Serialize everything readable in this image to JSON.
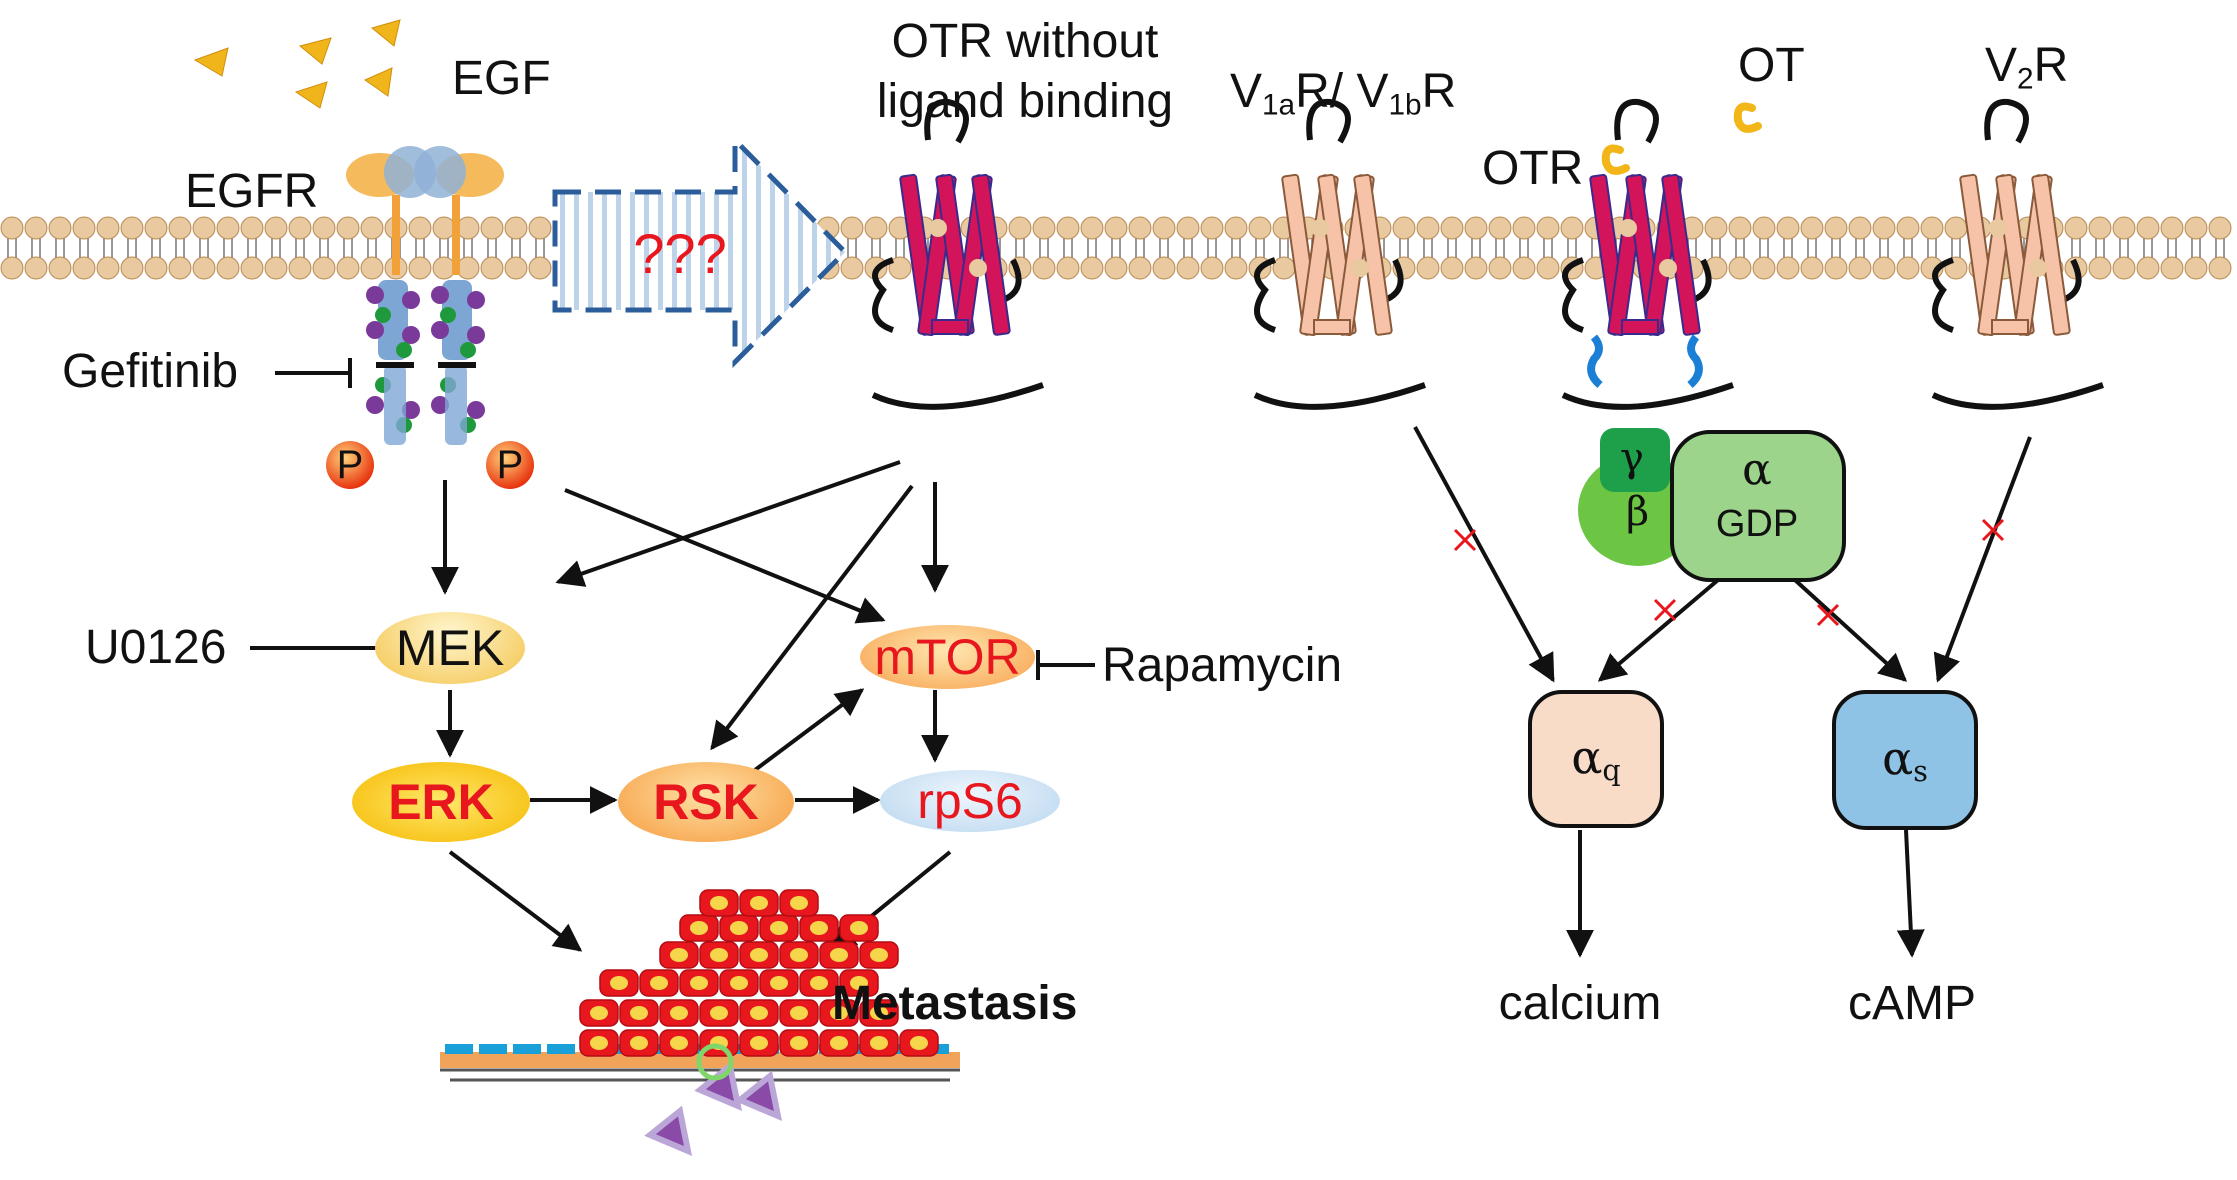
{
  "labels": {
    "egf": "EGF",
    "egfr": "EGFR",
    "gefitinib": "Gefitinib",
    "u0126": "U0126",
    "rapamycin": "Rapamycin",
    "otr_no_ligand_line1": "OTR without",
    "otr_no_ligand_line2": "ligand binding",
    "question": "???",
    "v1ar_prefix": "V",
    "v1ar_sub": "1a",
    "v1ar_mid": "R/ V",
    "v1br_sub": "1b",
    "v1br_suffix": "R",
    "ot": "OT",
    "otr": "OTR",
    "v2r_prefix": "V",
    "v2r_sub": "2",
    "v2r_suffix": "R",
    "phospho_left": "P",
    "phospho_right": "P",
    "metastasis": "Metastasis",
    "calcium": "calcium",
    "camp": "cAMP"
  },
  "nodes": {
    "mek": "MEK",
    "erk": "ERK",
    "rsk": "RSK",
    "mtor": "mTOR",
    "rps6": "rpS6"
  },
  "gprotein": {
    "gamma": "γ",
    "beta": "β",
    "alpha": "α",
    "gdp": "GDP",
    "alpha_q_symbol": "α",
    "alpha_q_sub": "q",
    "alpha_s_symbol": "α",
    "alpha_s_sub": "s"
  },
  "colors": {
    "membrane_head": "#e8c9a0",
    "membrane_head_dark": "#b98a55",
    "inhibited_node_text": "#e8161d",
    "erk_fill": "#ffd400",
    "mek_fill": "#ffe9a6",
    "rsk_fill": "#ffbf6a",
    "mtor_fill": "#ffc88a",
    "rps6_fill": "#cfe3f5",
    "gq_fill": "#f9dcc8",
    "gs_fill": "#8ec3e6",
    "galpha_fill": "#9bd48a",
    "gbeta_fill": "#6cc644",
    "ggamma_fill": "#1ea04a",
    "block_mark": "#e8161d",
    "arrow_fill": "#e6eef8",
    "arrow_stroke": "#2b5d9a"
  }
}
